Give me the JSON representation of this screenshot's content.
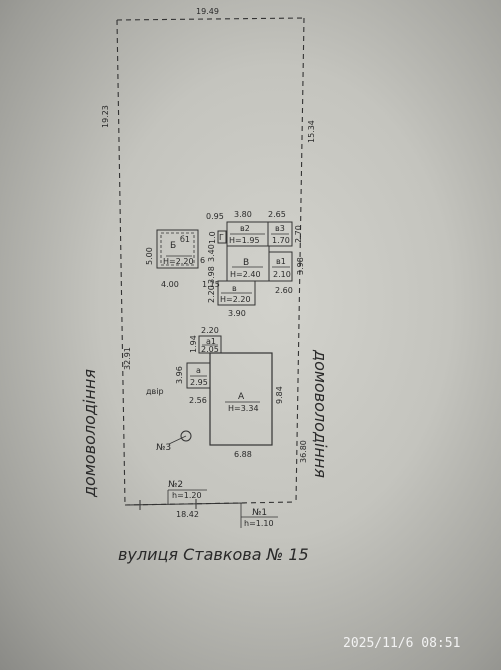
{
  "plan": {
    "top_width": "19.49",
    "left_side": "19.23",
    "right_side": "15.34",
    "street": "вулиця Ставкова № 15",
    "neighbor_left": "домоволодіння",
    "neighbor_right": "домоволодіння",
    "yard": "двір",
    "left_lower": "32.91",
    "right_lower": "36.80",
    "bottom_left": "18.42",
    "point_1": "№1",
    "point_1_h": "h=1.10",
    "point_2": "№2",
    "point_2_h": "h=1.20",
    "point_3": "№3"
  },
  "buildings": {
    "b": {
      "label": "Б",
      "sub": "б1",
      "height": "H=2.20",
      "dim_top": "5.00",
      "dim_bottom": "4.00",
      "dim_side": "6",
      "dim_gap": "1.15"
    },
    "v2": {
      "label": "в2",
      "height": "H=1.95",
      "dim_top": "3.80",
      "dim_left": "0.95"
    },
    "v3": {
      "label": "в3",
      "height": "1.70",
      "dim_top": "2.65",
      "dim_right": "2.70"
    },
    "g": {
      "label": "Г",
      "dim": "1.0"
    },
    "v": {
      "label": "В",
      "height": "H=2.40",
      "dim_left": "3.40",
      "dim_left2": "3.98"
    },
    "v1": {
      "label": "в1",
      "height": "2.10",
      "dim_right": "3.98",
      "dim_bottom": "2.60"
    },
    "vsmall": {
      "label": "в",
      "height": "H=2.20",
      "dim_left": "2.20",
      "dim_bottom": "3.90"
    },
    "a1": {
      "label": "а1",
      "height": "2.05",
      "dim_top": "2.20",
      "dim_left": "1.94"
    },
    "a": {
      "label": "а",
      "height": "2.95",
      "dim_left": "3.96",
      "dim_bottom": "2.56"
    },
    "A": {
      "label": "А",
      "height": "H=3.34",
      "dim_right": "9.84",
      "dim_bottom": "6.88"
    }
  },
  "timestamp": "2025/11/6 08:51"
}
